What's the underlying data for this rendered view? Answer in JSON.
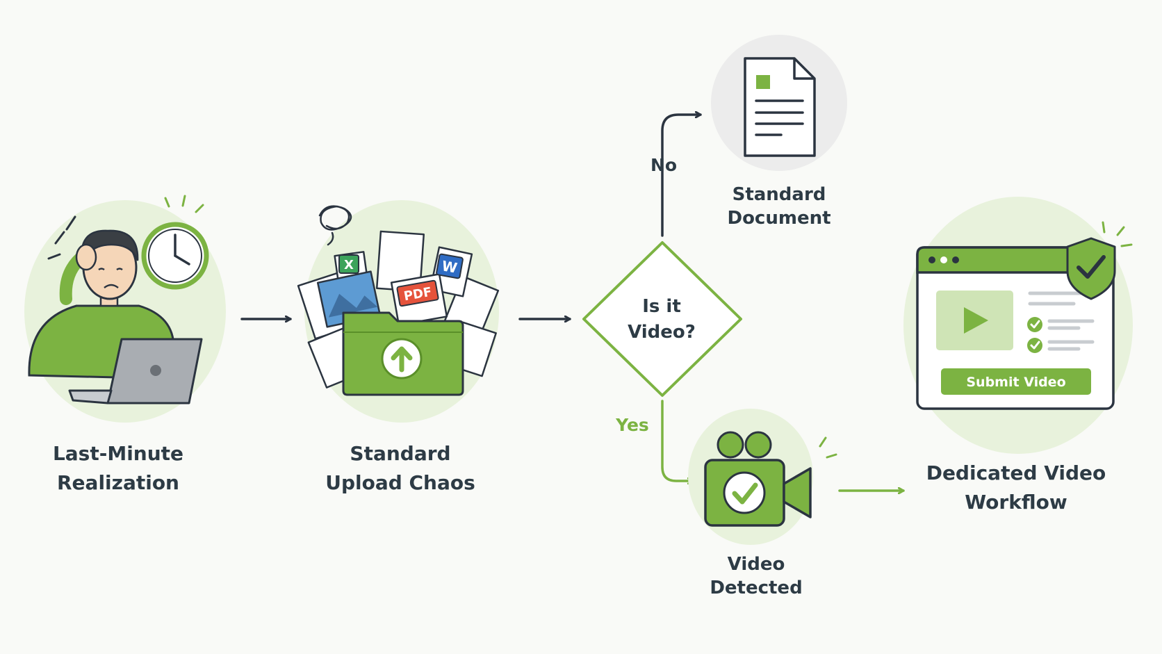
{
  "diagram": {
    "nodes": [
      {
        "id": "last-minute",
        "label_line1": "Last-Minute",
        "label_line2": "Realization"
      },
      {
        "id": "upload-chaos",
        "label_line1": "Standard",
        "label_line2": "Upload Chaos"
      },
      {
        "id": "decision",
        "label_line1": "Is it",
        "label_line2": "Video?"
      },
      {
        "id": "standard-doc",
        "label_line1": "Standard",
        "label_line2": "Document"
      },
      {
        "id": "video-detected",
        "label_line1": "Video",
        "label_line2": "Detected"
      },
      {
        "id": "video-workflow",
        "label_line1": "Dedicated Video",
        "label_line2": "Workflow"
      }
    ],
    "branch_no": "No",
    "branch_yes": "Yes",
    "file_badges": {
      "excel": "X",
      "word": "W",
      "pdf": "PDF"
    },
    "submit_button": "Submit Video"
  },
  "colors": {
    "green": "#7cb342",
    "green_dark": "#5a8f29",
    "green_light": "#e8f2dc",
    "gray_circle": "#ececec",
    "ink": "#2b3440",
    "text": "#2d3b45"
  },
  "icons": [
    "stressed-person-icon",
    "clock-icon",
    "laptop-icon",
    "folder-upload-icon",
    "scribble-icon",
    "document-icon",
    "video-camera-icon",
    "browser-window-icon",
    "shield-check-icon",
    "play-icon",
    "checkmark-icon"
  ]
}
